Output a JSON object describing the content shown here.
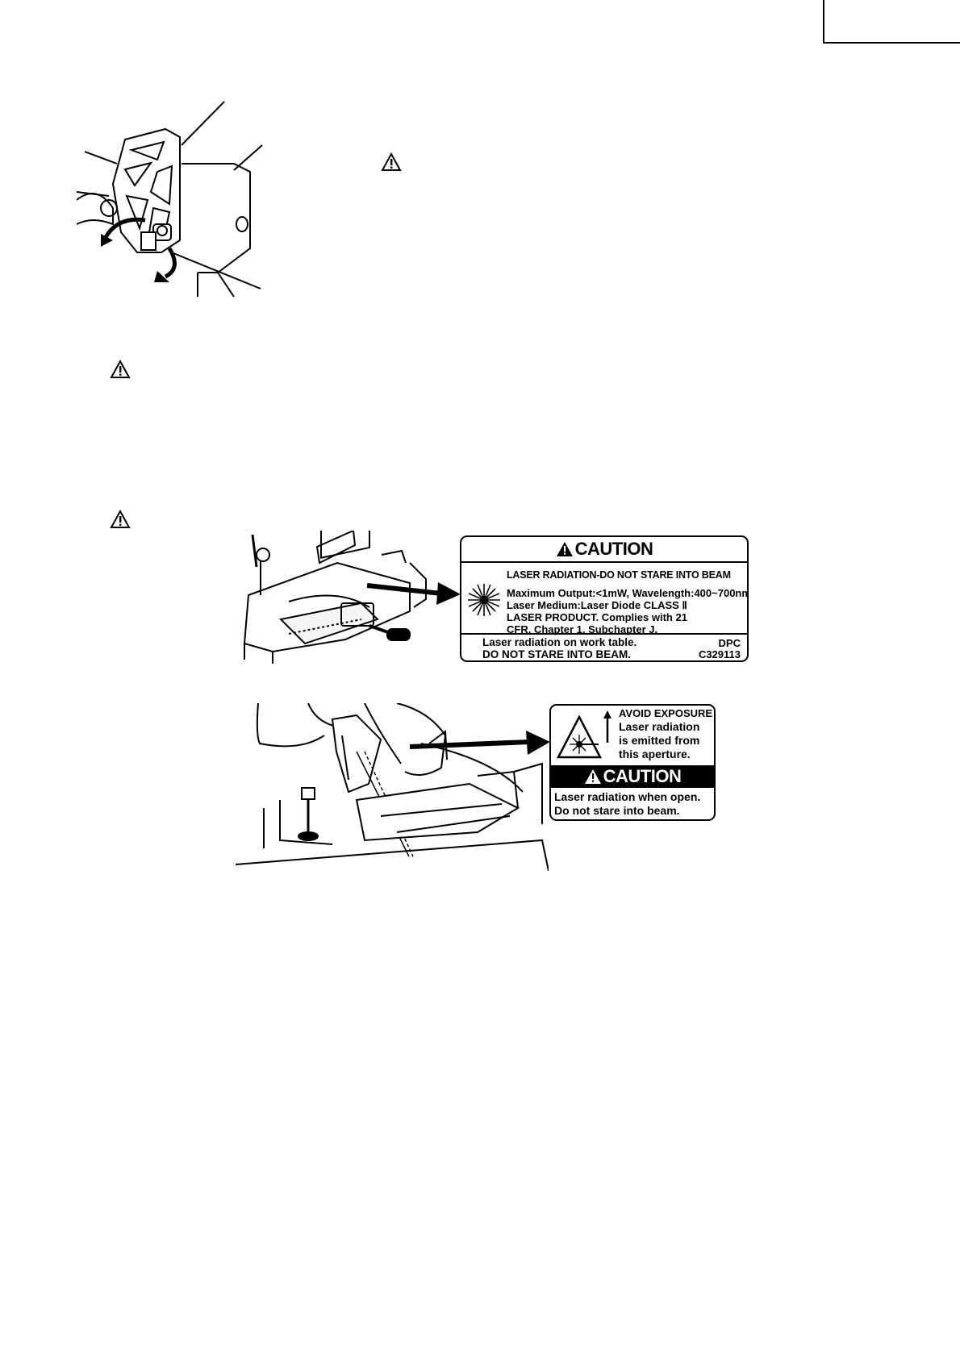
{
  "caution_label_1": {
    "heading": "CAUTION",
    "line1": "LASER RADIATION-DO NOT STARE INTO BEAM",
    "body": "Maximum Output:<1mW, Wavelength:400~700nm,\nLaser Medium:Laser Diode CLASS Ⅱ\nLASER PRODUCT. Complies with 21\nCFR, Chapter 1, Subchapter J.",
    "footer": "Laser radiation on work table.\nDO NOT STARE INTO BEAM.",
    "code": "DPC\nC329113"
  },
  "caution_label_2": {
    "avoid": "AVOID EXPOSURE",
    "emit": "Laser radiation\nis emitted from\nthis aperture.",
    "heading": "CAUTION",
    "footer": "Laser radiation when open.\nDo not stare into beam."
  },
  "icons": [
    "warning-triangle-icon",
    "laser-starburst-icon",
    "laser-warning-icon",
    "up-arrow-icon",
    "pointer-arrow-icon"
  ]
}
